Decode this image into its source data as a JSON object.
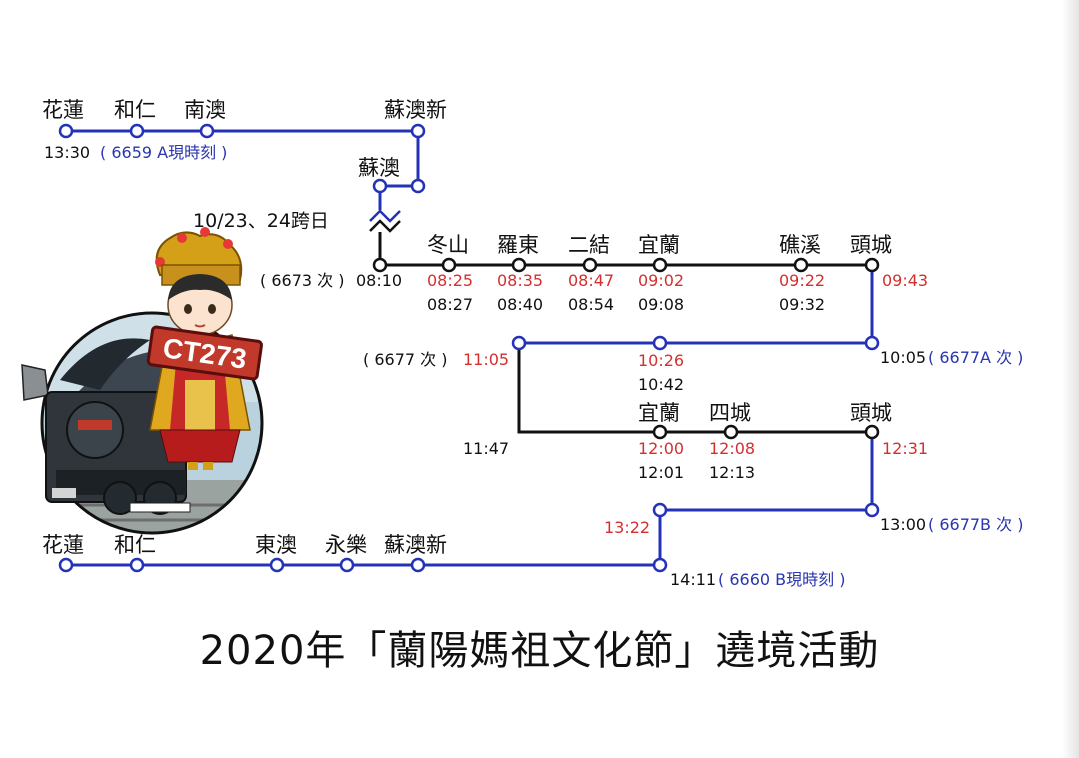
{
  "colors": {
    "blue_line": "#2332b8",
    "black_line": "#111111",
    "red_time": "#d32f2f",
    "blue_text": "#2a35b0"
  },
  "title": "2020年「蘭陽媽祖文化節」遶境活動",
  "train_badge": "CT273",
  "segment1": {
    "stations": {
      "hualien": "花蓮",
      "heren": "和仁",
      "nanao": "南澳",
      "suaoxin": "蘇澳新",
      "suao": "蘇澳"
    },
    "depart_time": "13:30",
    "service": "( 6659 A現時刻 )",
    "overnight_note": "10/23、24跨日"
  },
  "segment2": {
    "service": "( 6673 次 )",
    "start_time": "08:10",
    "stations": {
      "dongshan": {
        "name": "冬山",
        "arr": "08:25",
        "dep": "08:27"
      },
      "luodong": {
        "name": "羅東",
        "arr": "08:35",
        "dep": "08:40"
      },
      "erjie": {
        "name": "二結",
        "arr": "08:47",
        "dep": "08:54"
      },
      "yilan": {
        "name": "宜蘭",
        "arr": "09:02",
        "dep": "09:08"
      },
      "jiaoxi": {
        "name": "礁溪",
        "arr": "09:22",
        "dep": "09:32"
      },
      "toucheng": {
        "name": "頭城",
        "arr": "09:43"
      }
    }
  },
  "segment3": {
    "toucheng_dep": "10:05",
    "service_a": "( 6677A 次 )",
    "mid_arr": "10:26",
    "mid_dep": "10:42",
    "end_service": "( 6677 次 )",
    "end_arr": "11:05"
  },
  "segment4": {
    "start_time": "11:47",
    "stations": {
      "yilan": {
        "name": "宜蘭",
        "arr": "12:00",
        "dep": "12:01"
      },
      "sicheng": {
        "name": "四城",
        "arr": "12:08",
        "dep": "12:13"
      },
      "toucheng": {
        "name": "頭城",
        "arr": "12:31"
      }
    }
  },
  "segment5": {
    "toucheng_dep": "13:00",
    "service_b": "( 6677B 次 )",
    "turn_arr": "13:22"
  },
  "segment6": {
    "stations": {
      "hualien": "花蓮",
      "heren": "和仁",
      "dongao": "東澳",
      "yongle": "永樂",
      "suaoxin": "蘇澳新"
    },
    "arr_time": "14:11",
    "service": "( 6660 B現時刻 )"
  }
}
